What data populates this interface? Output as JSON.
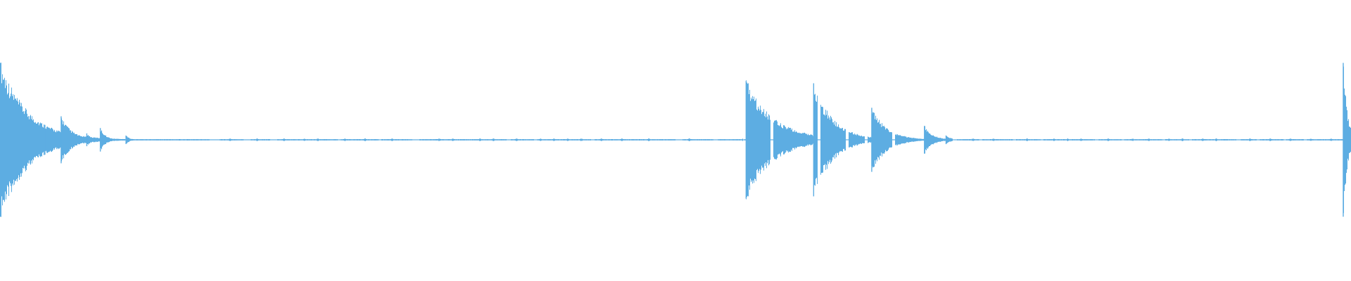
{
  "waveform": {
    "color": "#5dade2",
    "background": "#ffffff",
    "transients": [
      {
        "time": 0.0,
        "peak": 0.72,
        "decay": 0.02
      },
      {
        "time": 0.033,
        "peak": 0.14,
        "decay": 0.004
      },
      {
        "time": 0.045,
        "peak": 0.22,
        "decay": 0.008
      },
      {
        "time": 0.064,
        "peak": 0.06,
        "decay": 0.004
      },
      {
        "time": 0.074,
        "peak": 0.11,
        "decay": 0.004
      },
      {
        "time": 0.093,
        "peak": 0.04,
        "decay": 0.003
      },
      {
        "time": 0.552,
        "peak": 0.55,
        "decay": 0.02
      },
      {
        "time": 0.602,
        "peak": 0.53,
        "decay": 0.014
      },
      {
        "time": 0.645,
        "peak": 0.3,
        "decay": 0.011
      },
      {
        "time": 0.684,
        "peak": 0.13,
        "decay": 0.006
      },
      {
        "time": 0.7,
        "peak": 0.04,
        "decay": 0.004
      },
      {
        "time": 0.994,
        "peak": 0.72,
        "decay": 0.003
      }
    ],
    "noise_blips": [
      0.17,
      0.19,
      0.21,
      0.225,
      0.235,
      0.255,
      0.27,
      0.29,
      0.325,
      0.335,
      0.355,
      0.365,
      0.382,
      0.4,
      0.41,
      0.42,
      0.43,
      0.445,
      0.46,
      0.48,
      0.51,
      0.55,
      0.72,
      0.735,
      0.76,
      0.78,
      0.79,
      0.8,
      0.82,
      0.838,
      0.85,
      0.865,
      0.875,
      0.89,
      0.9,
      0.925,
      0.94,
      0.955,
      0.97,
      0.985
    ],
    "gaps": [
      [
        0.155,
        0.162
      ],
      [
        0.18,
        0.185
      ],
      [
        0.2,
        0.205
      ],
      [
        0.25,
        0.252
      ],
      [
        0.28,
        0.282
      ],
      [
        0.305,
        0.31
      ],
      [
        0.375,
        0.378
      ],
      [
        0.395,
        0.397
      ],
      [
        0.437,
        0.44
      ],
      [
        0.5,
        0.505
      ],
      [
        0.528,
        0.531
      ],
      [
        0.55,
        0.551
      ],
      [
        0.57,
        0.572
      ],
      [
        0.605,
        0.607
      ],
      [
        0.626,
        0.628
      ],
      [
        0.64,
        0.642
      ],
      [
        0.66,
        0.662
      ],
      [
        0.705,
        0.708
      ],
      [
        0.725,
        0.727
      ],
      [
        0.75,
        0.752
      ],
      [
        0.77,
        0.772
      ],
      [
        0.81,
        0.813
      ],
      [
        0.83,
        0.832
      ],
      [
        0.86,
        0.862
      ],
      [
        0.88,
        0.882
      ],
      [
        0.915,
        0.918
      ],
      [
        0.93,
        0.932
      ],
      [
        0.95,
        0.952
      ],
      [
        0.965,
        0.967
      ]
    ]
  }
}
